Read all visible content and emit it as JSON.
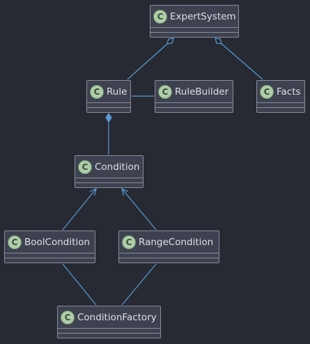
{
  "diagram": {
    "classes": [
      {
        "id": "expert-system",
        "name": "ExpertSystem",
        "stereotype_icon": "C"
      },
      {
        "id": "rule",
        "name": "Rule",
        "stereotype_icon": "C"
      },
      {
        "id": "rule-builder",
        "name": "RuleBuilder",
        "stereotype_icon": "C"
      },
      {
        "id": "facts",
        "name": "Facts",
        "stereotype_icon": "C"
      },
      {
        "id": "condition",
        "name": "Condition",
        "stereotype_icon": "C"
      },
      {
        "id": "bool-condition",
        "name": "BoolCondition",
        "stereotype_icon": "C"
      },
      {
        "id": "range-condition",
        "name": "RangeCondition",
        "stereotype_icon": "C"
      },
      {
        "id": "condition-factory",
        "name": "ConditionFactory",
        "stereotype_icon": "C"
      }
    ],
    "relations": [
      {
        "from": "expert-system",
        "to": "rule",
        "kind": "aggregation"
      },
      {
        "from": "expert-system",
        "to": "facts",
        "kind": "aggregation"
      },
      {
        "from": "rule",
        "to": "rule-builder",
        "kind": "association"
      },
      {
        "from": "rule",
        "to": "condition",
        "kind": "composition"
      },
      {
        "from": "bool-condition",
        "to": "condition",
        "kind": "inheritance"
      },
      {
        "from": "range-condition",
        "to": "condition",
        "kind": "inheritance"
      },
      {
        "from": "condition-factory",
        "to": "bool-condition",
        "kind": "association"
      },
      {
        "from": "condition-factory",
        "to": "range-condition",
        "kind": "association"
      }
    ]
  },
  "colors": {
    "background": "#272a33",
    "class_fill": "#3d4150",
    "class_border": "#8a8e99",
    "badge_fill": "#aecda9",
    "edge": "#5b9bd5"
  }
}
